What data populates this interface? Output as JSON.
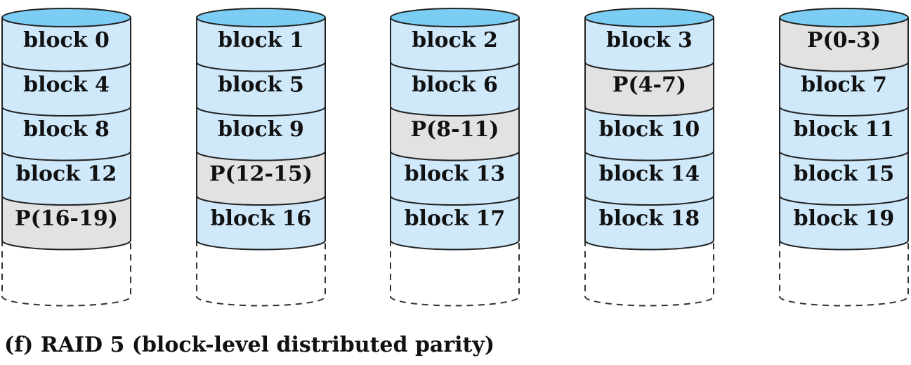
{
  "colors": {
    "data_block": "#cfe9fb",
    "parity_block": "#e2e2e2",
    "disk_top": "#7ccdf4",
    "outline": "#222222",
    "empty_outline": "#333333"
  },
  "disks": [
    {
      "blocks": [
        {
          "label": "block 0",
          "kind": "data"
        },
        {
          "label": "block 4",
          "kind": "data"
        },
        {
          "label": "block 8",
          "kind": "data"
        },
        {
          "label": "block 12",
          "kind": "data"
        },
        {
          "label": "P(16-19)",
          "kind": "parity"
        }
      ]
    },
    {
      "blocks": [
        {
          "label": "block 1",
          "kind": "data"
        },
        {
          "label": "block 5",
          "kind": "data"
        },
        {
          "label": "block 9",
          "kind": "data"
        },
        {
          "label": "P(12-15)",
          "kind": "parity"
        },
        {
          "label": "block 16",
          "kind": "data"
        }
      ]
    },
    {
      "blocks": [
        {
          "label": "block 2",
          "kind": "data"
        },
        {
          "label": "block 6",
          "kind": "data"
        },
        {
          "label": "P(8-11)",
          "kind": "parity"
        },
        {
          "label": "block 13",
          "kind": "data"
        },
        {
          "label": "block 17",
          "kind": "data"
        }
      ]
    },
    {
      "blocks": [
        {
          "label": "block 3",
          "kind": "data"
        },
        {
          "label": "P(4-7)",
          "kind": "parity"
        },
        {
          "label": "block 10",
          "kind": "data"
        },
        {
          "label": "block 14",
          "kind": "data"
        },
        {
          "label": "block 18",
          "kind": "data"
        }
      ]
    },
    {
      "blocks": [
        {
          "label": "P(0-3)",
          "kind": "parity"
        },
        {
          "label": "block 7",
          "kind": "data"
        },
        {
          "label": "block 11",
          "kind": "data"
        },
        {
          "label": "block 15",
          "kind": "data"
        },
        {
          "label": "block 19",
          "kind": "data"
        }
      ]
    }
  ],
  "caption": "(f) RAID 5 (block-level distributed parity)"
}
